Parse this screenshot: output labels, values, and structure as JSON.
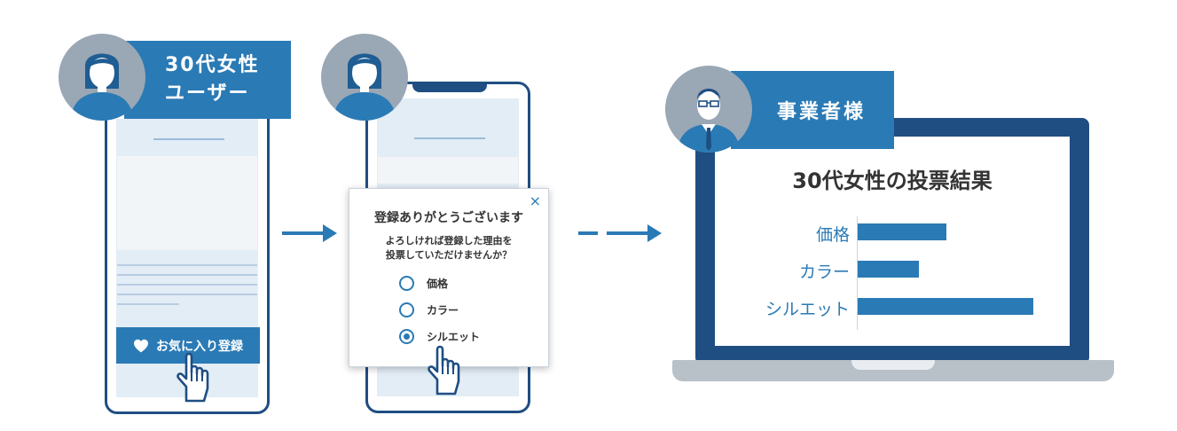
{
  "persona_woman": {
    "line1": "30代女性",
    "line2": "ユーザー"
  },
  "favorite_button": {
    "label": "お気に入り登録"
  },
  "popup": {
    "close_symbol": "×",
    "title": "登録ありがとうございます",
    "subtitle_line1": "よろしければ登録した理由を",
    "subtitle_line2": "投票していただけませんか？",
    "options": [
      {
        "label": "価格",
        "selected": false
      },
      {
        "label": "カラー",
        "selected": false
      },
      {
        "label": "シルエット",
        "selected": true
      }
    ]
  },
  "persona_business": {
    "label": "事業者様"
  },
  "chart_data": {
    "type": "bar",
    "orientation": "horizontal",
    "title": "30代女性の投票結果",
    "categories": [
      "価格",
      "カラー",
      "シルエット"
    ],
    "values": [
      1.0,
      0.69,
      1.98
    ],
    "xlabel": "",
    "ylabel": "",
    "grid": false,
    "colors": {
      "bar": "#2a7ab5"
    }
  },
  "colors": {
    "accent": "#2a7ab5",
    "frame": "#1f4e82",
    "screen": "#e3edf6"
  },
  "icons": [
    "woman-avatar-icon",
    "businessman-avatar-icon",
    "heart-icon",
    "pointing-hand-icon",
    "arrow-right-icon",
    "dashed-arrow-right-icon"
  ]
}
